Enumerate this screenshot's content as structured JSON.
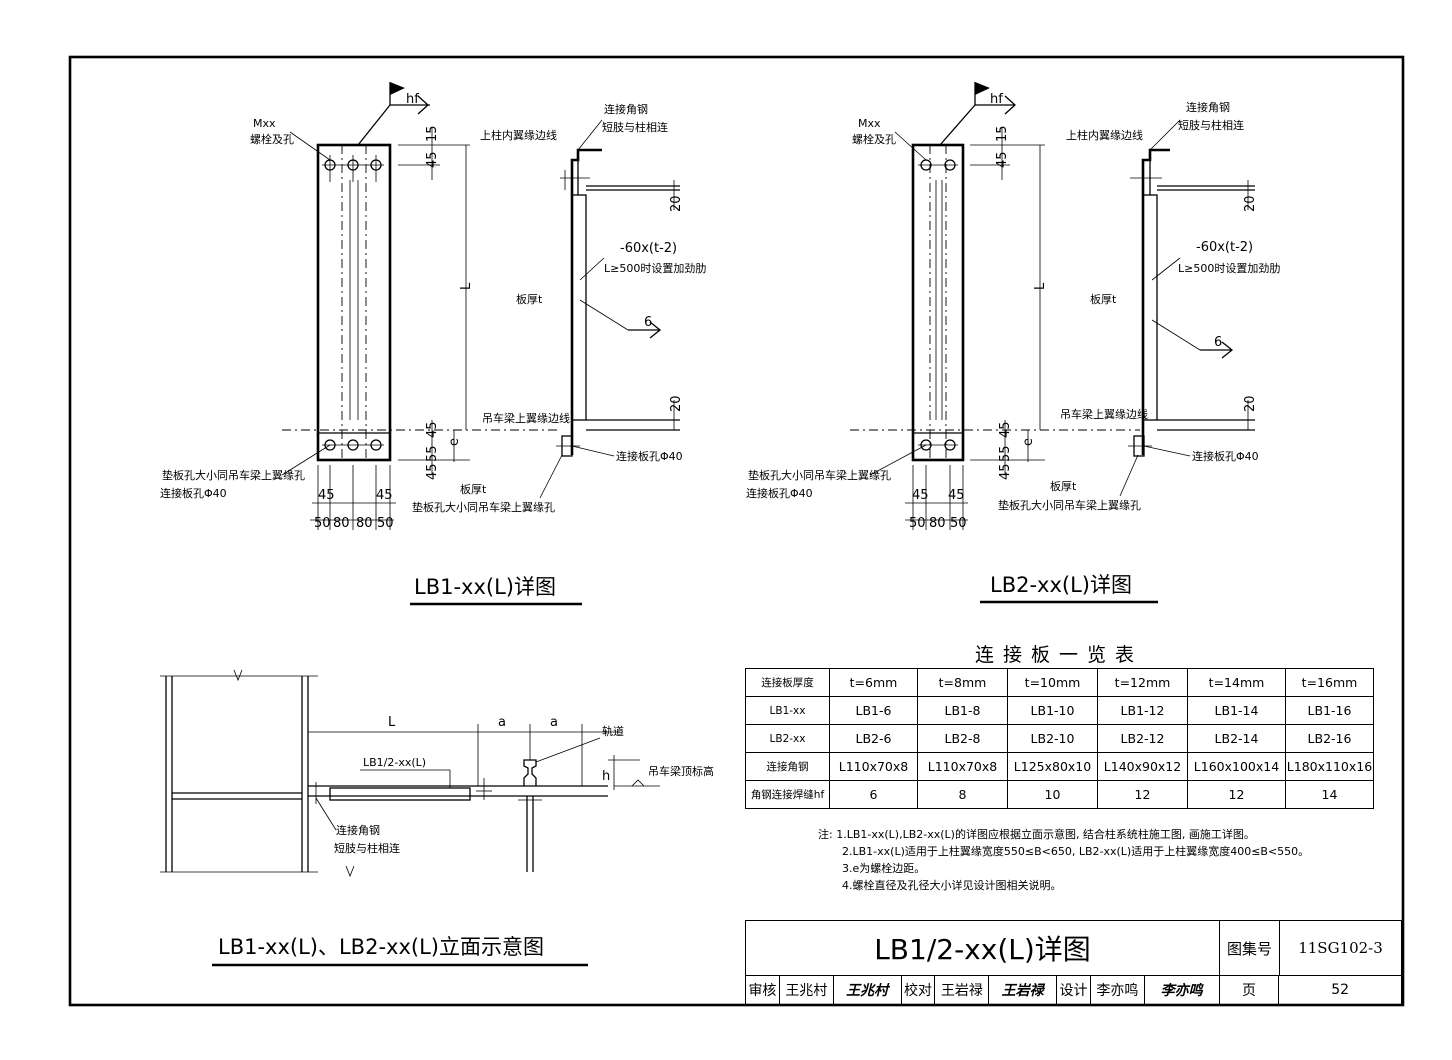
{
  "lb1_detail": {
    "title": "LB1-xx(L)详图",
    "label_bolt": "Mxx",
    "label_bolt_hole": "螺栓及孔",
    "label_hf": "hf",
    "label_top_edge": "上柱内翼缘边线",
    "label_angle": "连接角钢",
    "label_angle_leg": "短肢与柱相连",
    "label_stiffener": "-60x(t-2)",
    "label_stiffener_note": "L≥500时设置加劲肋",
    "label_plate_thk": "板厚t",
    "label_weld": "6",
    "label_crane_edge": "吊车梁上翼缘边线",
    "label_hole_right": "连接板孔Φ40",
    "label_pad_hole": "垫板孔大小同吊车梁上翼缘孔",
    "label_plate_hole": "连接板孔Φ40",
    "label_plate_t": "板厚t",
    "label_pad_hole2": "垫板孔大小同吊车梁上翼缘孔",
    "dim_L": "L",
    "dim_15": "15",
    "dim_45": "45",
    "dim_20": "20",
    "dim_55": "55",
    "dim_e": "e",
    "dim_45a": "45",
    "dim_45b": "45",
    "dims_bottom": [
      "50",
      "80",
      "80",
      "50"
    ]
  },
  "lb2_detail": {
    "title": "LB2-xx(L)详图",
    "label_bolt": "Mxx",
    "label_bolt_hole": "螺栓及孔",
    "label_hf": "hf",
    "label_top_edge": "上柱内翼缘边线",
    "label_angle": "连接角钢",
    "label_angle_leg": "短肢与柱相连",
    "label_stiffener": "-60x(t-2)",
    "label_stiffener_note": "L≥500时设置加劲肋",
    "label_plate_thk": "板厚t",
    "label_weld": "6",
    "label_crane_edge": "吊车梁上翼缘边线",
    "label_hole_right": "连接板孔Φ40",
    "label_pad_hole": "垫板孔大小同吊车梁上翼缘孔",
    "label_plate_hole": "连接板孔Φ40",
    "label_plate_t": "板厚t",
    "label_pad_hole2": "垫板孔大小同吊车梁上翼缘孔",
    "dim_L": "L",
    "dim_15": "15",
    "dim_45": "45",
    "dim_20": "20",
    "dim_55": "55",
    "dim_e": "e",
    "dim_45a": "45",
    "dim_45b": "45",
    "dims_bottom": [
      "50",
      "80",
      "50"
    ]
  },
  "elevation": {
    "title": "LB1-xx(L)、LB2-xx(L)立面示意图",
    "dim_L": "L",
    "dim_a1": "a",
    "dim_a2": "a",
    "dim_h": "h",
    "label_plate": "LB1/2-xx(L)",
    "label_rail": "轨道",
    "label_top_level": "吊车梁顶标高",
    "label_angle": "连接角钢",
    "label_angle_leg": "短肢与柱相连"
  },
  "table": {
    "title": "连接板一览表",
    "rows": [
      [
        "连接板厚度",
        "t=6mm",
        "t=8mm",
        "t=10mm",
        "t=12mm",
        "t=14mm",
        "t=16mm"
      ],
      [
        "LB1-xx",
        "LB1-6",
        "LB1-8",
        "LB1-10",
        "LB1-12",
        "LB1-14",
        "LB1-16"
      ],
      [
        "LB2-xx",
        "LB2-6",
        "LB2-8",
        "LB2-10",
        "LB2-12",
        "LB2-14",
        "LB2-16"
      ],
      [
        "连接角钢",
        "L110x70x8",
        "L110x70x8",
        "L125x80x10",
        "L140x90x12",
        "L160x100x14",
        "L180x110x16"
      ],
      [
        "角钢连接焊缝hf",
        "6",
        "8",
        "10",
        "12",
        "12",
        "14"
      ]
    ]
  },
  "notes": [
    "注: 1.LB1-xx(L),LB2-xx(L)的详图应根据立面示意图, 结合柱系统柱施工图, 画施工详图。",
    "2.LB1-xx(L)适用于上柱翼缘宽度550≤B<650, LB2-xx(L)适用于上柱翼缘宽度400≤B<550。",
    "3.e为螺栓边距。",
    "4.螺栓直径及孔径大小详见设计图相关说明。"
  ],
  "title_block": {
    "main_title": "LB1/2-xx(L)详图",
    "atlas_label": "图集号",
    "atlas_value": "11SG102-3",
    "review_label": "审核",
    "review_name": "王兆村",
    "review_sig": "王兆村",
    "check_label": "校对",
    "check_name": "王岩禄",
    "check_sig": "王岩禄",
    "design_label": "设计",
    "design_name": "李亦鸣",
    "design_sig": "李亦鸣",
    "page_label": "页",
    "page_value": "52"
  }
}
